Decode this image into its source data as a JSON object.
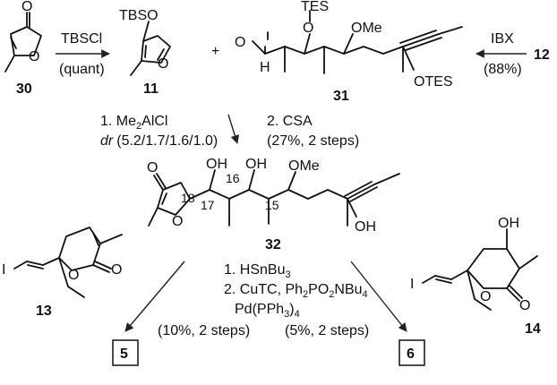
{
  "compounds": {
    "c30": "30",
    "c11": "11",
    "c31": "31",
    "c12": "12",
    "c32": "32",
    "c13": "13",
    "c14": "14",
    "c5": "5",
    "c6": "6"
  },
  "reactions": {
    "tbscl": "TBSCl",
    "quant": "(quant)",
    "ibx": "IBX",
    "ibx_yield": "(88%)",
    "plus": "+",
    "step1_prefix": "1. Me",
    "step1_sub": "2",
    "step1_suffix": "AlCl",
    "dr_label": "dr",
    "dr_value": "(5.2/1.7/1.6/1.0)",
    "step2": "2. CSA",
    "step2_yield": "(27%, 2 steps)",
    "final1_prefix": "1. HSnBu",
    "final1_sub": "3",
    "final2_prefix": "2. CuTC, Ph",
    "final2_sub1": "2",
    "final2_mid": "PO",
    "final2_sub2": "2",
    "final2_suffix": "NBu",
    "final2_sub3": "4",
    "final3_prefix": "Pd(PPh",
    "final3_sub": "3",
    "final3_suffix": ")",
    "final3_sub2": "4",
    "yield5": "(10%, 2 steps)",
    "yield6": "(5%, 2 steps)"
  },
  "atoms": {
    "O": "O",
    "OH": "OH",
    "OMe": "OMe",
    "TBSO": "TBSO",
    "TES": "TES",
    "OTES": "OTES",
    "I": "I",
    "H": "H"
  },
  "locants": [
    "18",
    "17",
    "16",
    "15"
  ]
}
